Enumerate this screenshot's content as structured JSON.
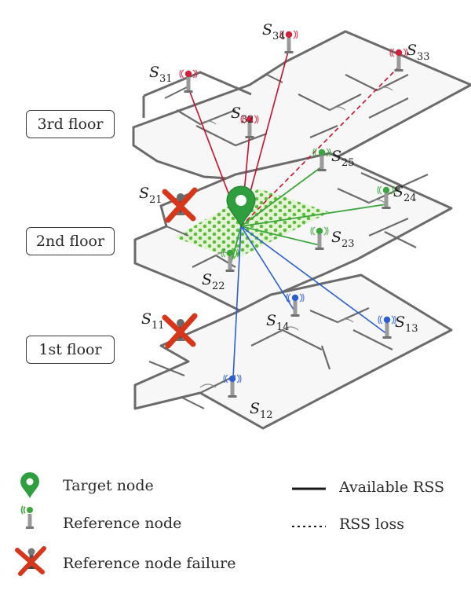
{
  "floors": [
    {
      "id": "floor-3",
      "label": "3rd floor"
    },
    {
      "id": "floor-2",
      "label": "2nd floor"
    },
    {
      "id": "floor-1",
      "label": "1st floor"
    }
  ],
  "sensors": [
    {
      "id": "S31",
      "letter": "S",
      "sub": "31",
      "floor": 3,
      "status": "available",
      "color": "#d21f3c"
    },
    {
      "id": "S32",
      "letter": "S",
      "sub": "32",
      "floor": 3,
      "status": "available",
      "color": "#d21f3c"
    },
    {
      "id": "S33",
      "letter": "S",
      "sub": "33",
      "floor": 3,
      "status": "rss-loss",
      "color": "#d21f3c"
    },
    {
      "id": "S34",
      "letter": "S",
      "sub": "34",
      "floor": 3,
      "status": "available",
      "color": "#d21f3c"
    },
    {
      "id": "S21",
      "letter": "S",
      "sub": "21",
      "floor": 2,
      "status": "failure",
      "color": "#888888"
    },
    {
      "id": "S22",
      "letter": "S",
      "sub": "22",
      "floor": 2,
      "status": "available",
      "color": "#3da53d"
    },
    {
      "id": "S23",
      "letter": "S",
      "sub": "23",
      "floor": 2,
      "status": "available",
      "color": "#3da53d"
    },
    {
      "id": "S24",
      "letter": "S",
      "sub": "24",
      "floor": 2,
      "status": "available",
      "color": "#3da53d"
    },
    {
      "id": "S25",
      "letter": "S",
      "sub": "25",
      "floor": 2,
      "status": "available",
      "color": "#3da53d"
    },
    {
      "id": "S11",
      "letter": "S",
      "sub": "11",
      "floor": 1,
      "status": "failure",
      "color": "#888888"
    },
    {
      "id": "S12",
      "letter": "S",
      "sub": "12",
      "floor": 1,
      "status": "available",
      "color": "#2b5fd0"
    },
    {
      "id": "S13",
      "letter": "S",
      "sub": "13",
      "floor": 1,
      "status": "available",
      "color": "#2b5fd0"
    },
    {
      "id": "S14",
      "letter": "S",
      "sub": "14",
      "floor": 1,
      "status": "available",
      "color": "#2b5fd0"
    }
  ],
  "legend": {
    "target_node": "Target node",
    "reference_node": "Reference node",
    "reference_node_failure": "Reference node failure",
    "available_rss": "Available RSS",
    "rss_loss": "RSS loss"
  },
  "colors": {
    "floor3_link": "#c8102e",
    "floor2_link": "#3da53d",
    "floor1_link": "#2b5fd0",
    "target": "#2e9e3e",
    "failure_cross": "#d8361a",
    "wall": "#6b6b6b"
  }
}
